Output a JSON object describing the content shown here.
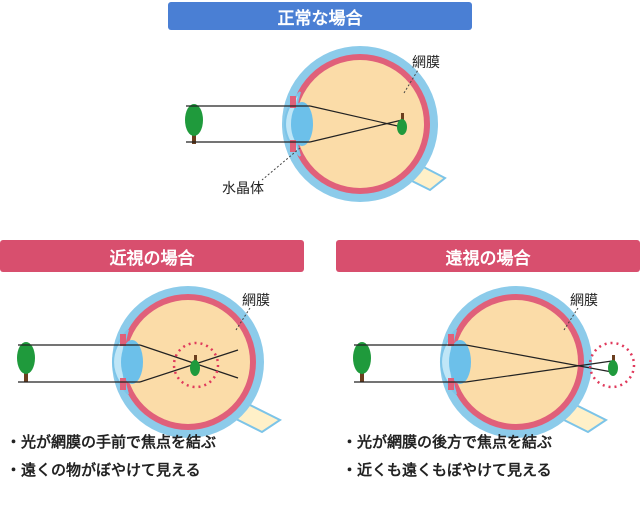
{
  "normal": {
    "title": "正常な場合",
    "retina_label": "網膜",
    "lens_label": "水晶体"
  },
  "myopia": {
    "title": "近視の場合",
    "retina_label": "網膜",
    "notes": [
      "光が網膜の手前で焦点を結ぶ",
      "遠くの物がぼやけて見える"
    ]
  },
  "hyperopia": {
    "title": "遠視の場合",
    "retina_label": "網膜",
    "notes": [
      "光が網膜の後方で焦点を結ぶ",
      "近くも遠くもぼやけて見える"
    ]
  },
  "colors": {
    "banner_normal": "#4a7fd4",
    "banner_abnormal": "#d84f6e",
    "eye_outer": "#7cc4e8",
    "eye_retina": "#e0607a",
    "eye_body": "#fbdca8",
    "lens": "#9fd6f2",
    "tree": "#1f9a3c",
    "focus_ring": "#e03a5c"
  }
}
